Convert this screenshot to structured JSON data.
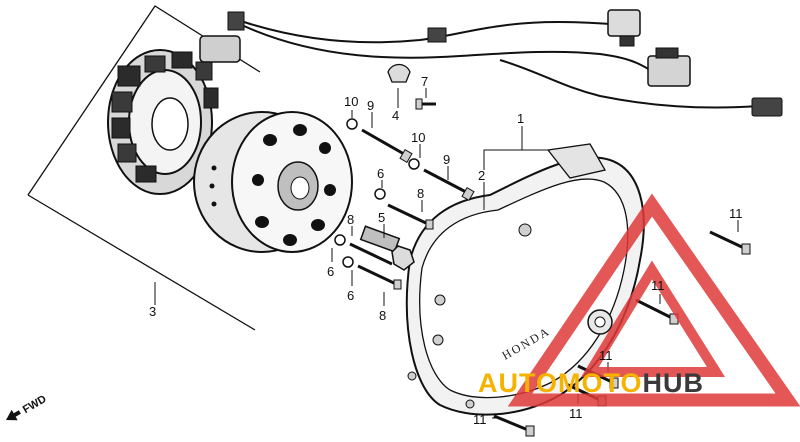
{
  "diagram": {
    "callouts": [
      {
        "id": "c1",
        "text": "1"
      },
      {
        "id": "c2",
        "text": "2"
      },
      {
        "id": "c3",
        "text": "3"
      },
      {
        "id": "c4",
        "text": "4"
      },
      {
        "id": "c5",
        "text": "5"
      },
      {
        "id": "c6a",
        "text": "6"
      },
      {
        "id": "c6b",
        "text": "6"
      },
      {
        "id": "c6c",
        "text": "6"
      },
      {
        "id": "c7",
        "text": "7"
      },
      {
        "id": "c8a",
        "text": "8"
      },
      {
        "id": "c8b",
        "text": "8"
      },
      {
        "id": "c8c",
        "text": "8"
      },
      {
        "id": "c9a",
        "text": "9"
      },
      {
        "id": "c9b",
        "text": "9"
      },
      {
        "id": "c10a",
        "text": "10"
      },
      {
        "id": "c10b",
        "text": "10"
      },
      {
        "id": "c11a",
        "text": "11"
      },
      {
        "id": "c11b",
        "text": "11"
      },
      {
        "id": "c11c",
        "text": "11"
      },
      {
        "id": "c11d",
        "text": "11"
      },
      {
        "id": "c11e",
        "text": "11"
      }
    ],
    "direction_label": "FWD",
    "cover_brand": "HONDA",
    "watermark": {
      "auto": "AUTO",
      "moto": "MOTO",
      "hub": "HUB",
      "colors": {
        "auto": "#f5b300",
        "moto": "#f5b300",
        "hub": "#3a3a3a",
        "triangle": "#e03a3a"
      }
    }
  }
}
